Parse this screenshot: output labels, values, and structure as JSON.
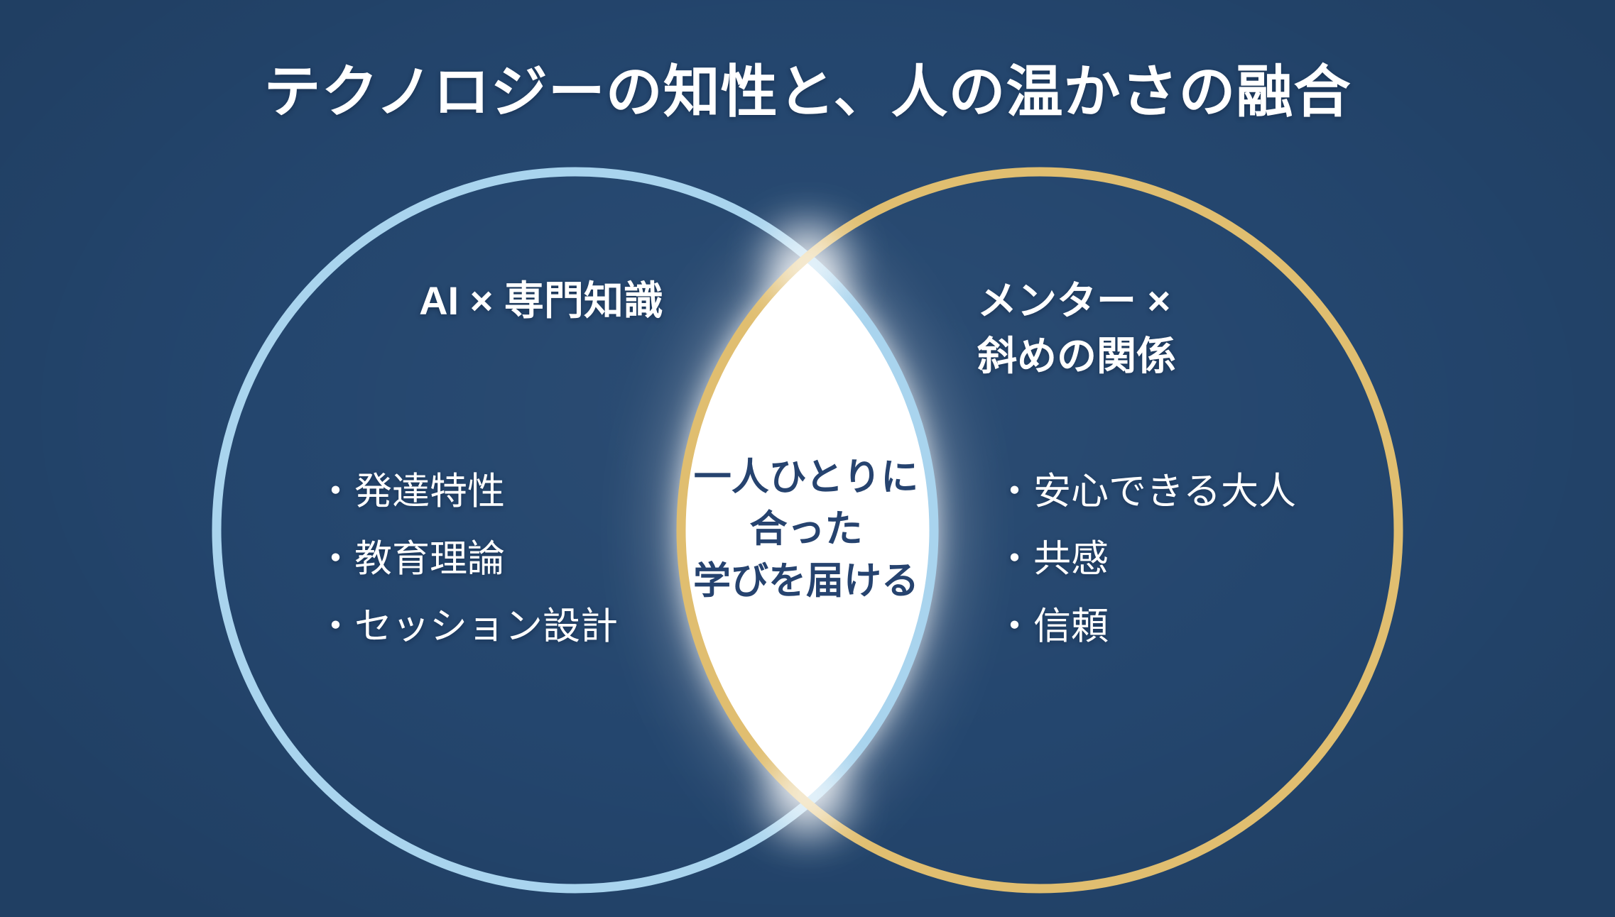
{
  "title": "テクノロジーの知性と、人の温かさの融合",
  "colors": {
    "background": "#24466e",
    "left_circle": "#a9d4ee",
    "right_circle": "#e0be70",
    "overlap_fill": "#ffffff",
    "overlap_text": "#26436f",
    "heading_text": "#ffffff"
  },
  "venn": {
    "left": {
      "label": "AI × 専門知識",
      "items": [
        "・発達特性",
        "・教育理論",
        "・セッション設計"
      ]
    },
    "right": {
      "label_line1": "メンター ×",
      "label_line2": "斜めの関係",
      "items": [
        "・安心できる大人",
        "・共感",
        "・信頼"
      ]
    },
    "overlap": {
      "line1": "一人ひとりに",
      "line2": "合った",
      "line3": "学びを届ける"
    }
  }
}
